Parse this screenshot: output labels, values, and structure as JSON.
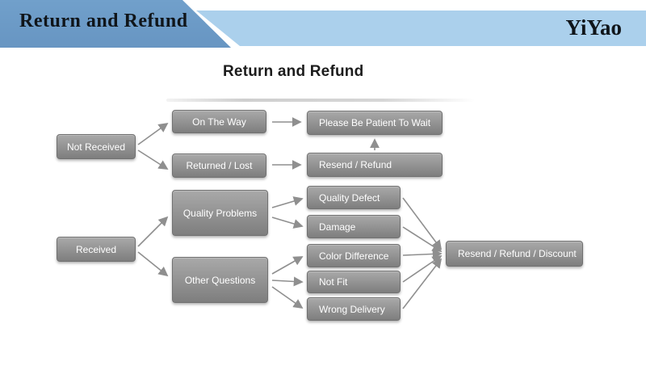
{
  "header": {
    "title": "Return and Refund",
    "brand": "YiYao",
    "colors": {
      "dark_blue": "#6795c2",
      "light_blue": "#abd0ec"
    }
  },
  "diagram": {
    "title": "Return and Refund",
    "nodes": {
      "not_received": "Not Received",
      "on_the_way": "On The Way",
      "please_wait": "Please Be Patient To Wait",
      "returned_lost": "Returned / Lost",
      "resend_refund": "Resend / Refund",
      "received": "Received",
      "quality_problems": "Quality Problems",
      "other_questions": "Other Questions",
      "quality_defect": "Quality Defect",
      "damage": "Damage",
      "color_difference": "Color Difference",
      "not_fit": "Not Fit",
      "wrong_delivery": "Wrong Delivery",
      "resend_refund_discount": "Resend / Refund / Discount"
    },
    "edges": [
      [
        "Not Received",
        "On The Way"
      ],
      [
        "Not Received",
        "Returned / Lost"
      ],
      [
        "On The Way",
        "Please Be Patient To Wait"
      ],
      [
        "Returned / Lost",
        "Resend / Refund"
      ],
      [
        "Resend / Refund",
        "Please Be Patient To Wait"
      ],
      [
        "Received",
        "Quality Problems"
      ],
      [
        "Received",
        "Other Questions"
      ],
      [
        "Quality Problems",
        "Quality Defect"
      ],
      [
        "Quality Problems",
        "Damage"
      ],
      [
        "Other Questions",
        "Color Difference"
      ],
      [
        "Other Questions",
        "Not Fit"
      ],
      [
        "Other Questions",
        "Wrong Delivery"
      ],
      [
        "Quality Defect",
        "Resend / Refund / Discount"
      ],
      [
        "Damage",
        "Resend / Refund / Discount"
      ],
      [
        "Color Difference",
        "Resend / Refund / Discount"
      ],
      [
        "Not Fit",
        "Resend / Refund / Discount"
      ],
      [
        "Wrong Delivery",
        "Resend / Refund / Discount"
      ]
    ],
    "arrow_color": "#8f8f8f"
  }
}
